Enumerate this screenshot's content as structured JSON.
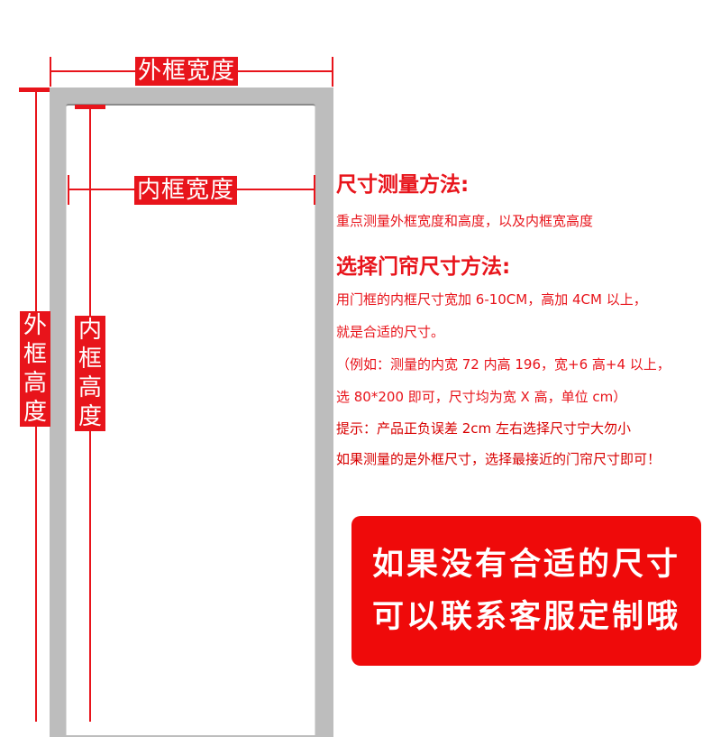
{
  "labels": {
    "outer_width": "外框宽度",
    "inner_width": "内框宽度",
    "outer_height": "外框高度",
    "inner_height": "内框高度"
  },
  "text": {
    "heading1": "尺寸测量方法:",
    "line1": "重点测量外框宽度和高度，以及内框宽高度",
    "heading2": "选择门帘尺寸方法:",
    "line2": "用门框的内框尺寸宽加 6-10CM，高加 4CM 以上，",
    "line3": "就是合适的尺寸。",
    "line4": "（例如：测量的内宽 72 内高 196，宽+6 高+4 以上，",
    "line5": "选 80*200 即可，尺寸均为宽 X 高，单位 cm）",
    "line6": "提示：产品正负误差 2cm 左右选择尺寸宁大勿小",
    "line7": "如果测量的是外框尺寸，选择最接近的门帘尺寸即可！"
  },
  "callout": {
    "line1": "如果没有合适的尺寸",
    "line2": "可以联系客服定制哦"
  },
  "colors": {
    "accent": "#e8141b",
    "frame": "#bdbdbd"
  }
}
